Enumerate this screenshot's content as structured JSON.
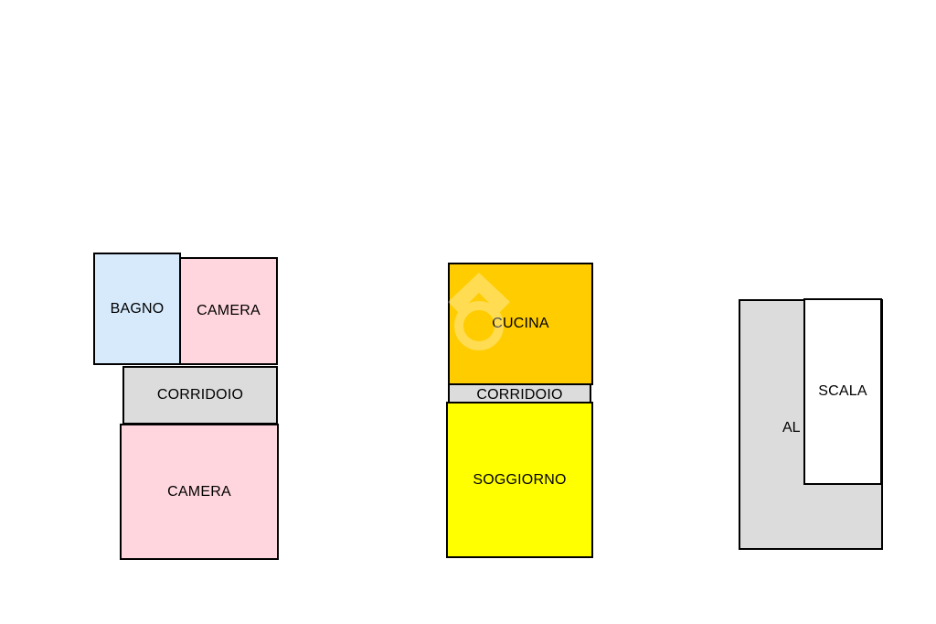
{
  "plans": [
    {
      "rooms": [
        {
          "id": "bagno",
          "label": "BAGNO",
          "color": "#d6eafc"
        },
        {
          "id": "camera1",
          "label": "CAMERA",
          "color": "#ffd6de"
        },
        {
          "id": "corr1",
          "label": "CORRIDOIO",
          "color": "#dcdcdc"
        },
        {
          "id": "camera2",
          "label": "CAMERA",
          "color": "#ffd6de"
        }
      ]
    },
    {
      "rooms": [
        {
          "id": "cucina",
          "label": "CUCINA",
          "color": "#ffcc00"
        },
        {
          "id": "corr2",
          "label": "CORRIDOIO",
          "color": "#dcdcdc"
        },
        {
          "id": "soggiorno",
          "label": "SOGGIORNO",
          "color": "#ffff00"
        }
      ]
    },
    {
      "rooms": [
        {
          "id": "altro",
          "label": "ALTRO",
          "visible_label": "AL",
          "color": "#dcdcdc"
        },
        {
          "id": "scala",
          "label": "SCALA",
          "color": "#ffffff"
        }
      ]
    }
  ],
  "watermark": {
    "icon": "house-logo-icon",
    "color": "#ffffff"
  }
}
